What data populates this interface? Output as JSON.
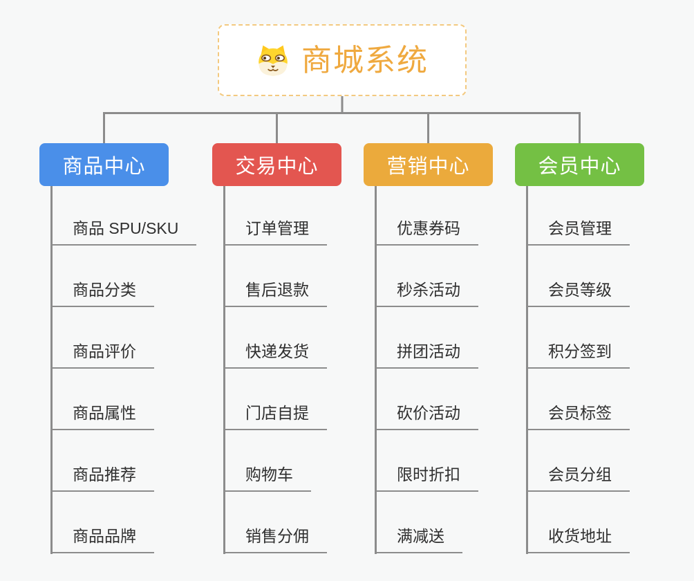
{
  "root": {
    "label": "商城系统",
    "text_color": "#EFA93F",
    "border_color": "#F3C97F",
    "icon": "dog-face-icon"
  },
  "connector_color": "#8C8C8C",
  "branches": [
    {
      "label": "商品中心",
      "color": "#4A8FE9",
      "items": [
        "商品 SPU/SKU",
        "商品分类",
        "商品评价",
        "商品属性",
        "商品推荐",
        "商品品牌"
      ]
    },
    {
      "label": "交易中心",
      "color": "#E35650",
      "items": [
        "订单管理",
        "售后退款",
        "快递发货",
        "门店自提",
        "购物车",
        "销售分佣"
      ]
    },
    {
      "label": "营销中心",
      "color": "#EBAA3C",
      "items": [
        "优惠券码",
        "秒杀活动",
        "拼团活动",
        "砍价活动",
        "限时折扣",
        "满减送"
      ]
    },
    {
      "label": "会员中心",
      "color": "#74C044",
      "items": [
        "会员管理",
        "会员等级",
        "积分签到",
        "会员标签",
        "会员分组",
        "收货地址"
      ]
    }
  ]
}
